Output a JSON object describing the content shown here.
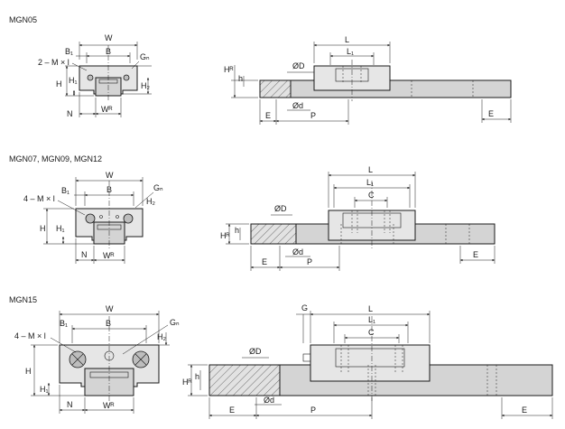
{
  "sections": [
    {
      "title": "MGN05"
    },
    {
      "title": "MGN07, MGN09, MGN12"
    },
    {
      "title": "MGN15"
    }
  ],
  "labels": {
    "W": "W",
    "B": "B",
    "B1": "B₁",
    "Gn": "Gₙ",
    "M": "2 – M × l",
    "M4": "4 – M × l",
    "H": "H",
    "H1": "H₁",
    "H2": "H₂",
    "HR": "Hᴿ",
    "h": "h",
    "N": "N",
    "WR": "Wᴿ",
    "L": "L",
    "L1": "L₁",
    "C": "C",
    "G": "G",
    "OD": "ØD",
    "Od": "Ød",
    "E": "E",
    "P": "P"
  }
}
